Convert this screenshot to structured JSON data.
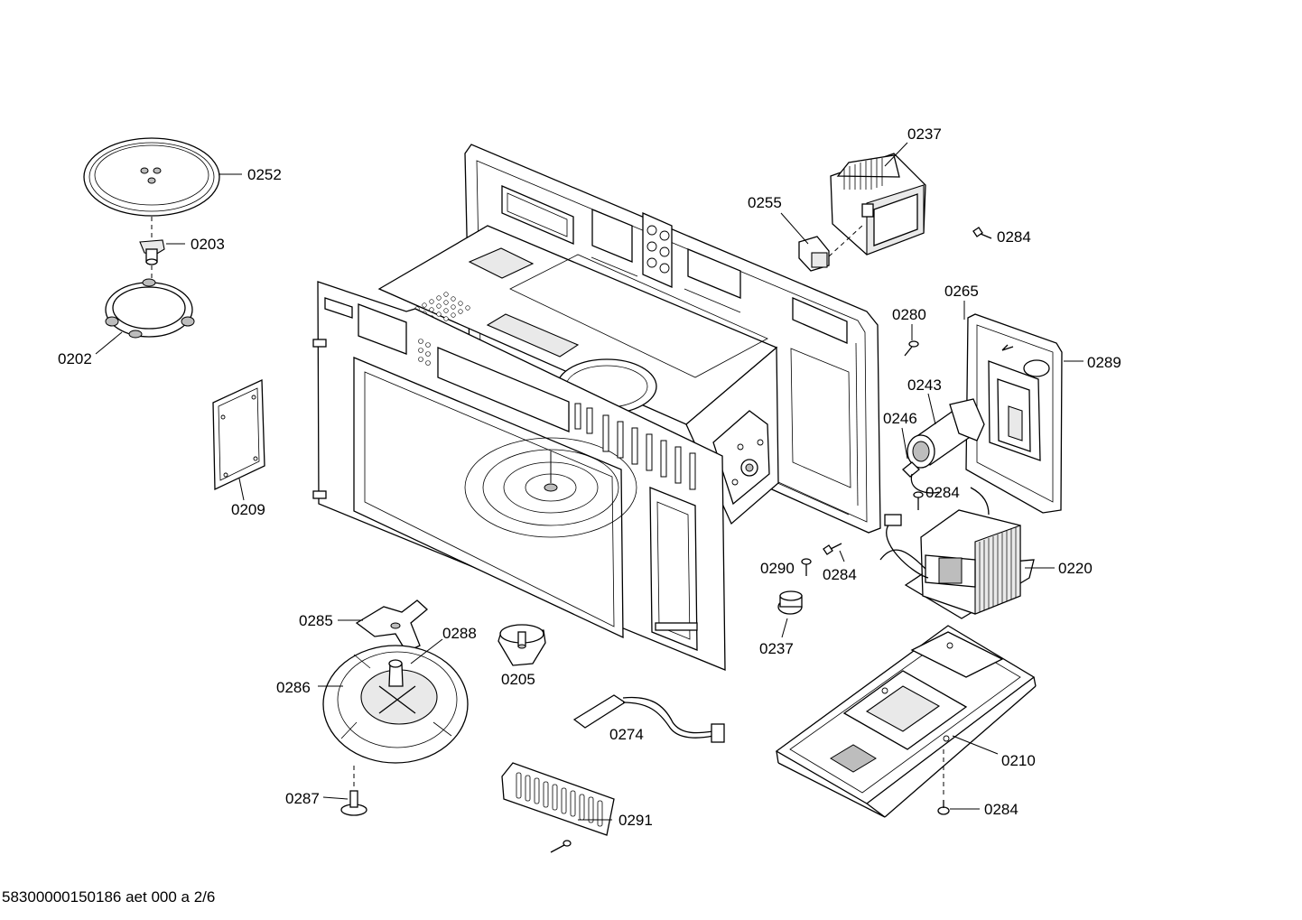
{
  "labels": {
    "p0237_top": "0237",
    "p0252": "0252",
    "p0255": "0255",
    "p0284_a": "0284",
    "p0203": "0203",
    "p0265": "0265",
    "p0280": "0280",
    "p0202": "0202",
    "p0289": "0289",
    "p0243": "0243",
    "p0246": "0246",
    "p0284_b": "0284",
    "p0209": "0209",
    "p0220": "0220",
    "p0290": "0290",
    "p0284_c": "0284",
    "p0285": "0285",
    "p0288": "0288",
    "p0237_bottom": "0237",
    "p0205": "0205",
    "p0286": "0286",
    "p0274": "0274",
    "p0210": "0210",
    "p0287": "0287",
    "p0284_d": "0284",
    "p0291": "0291"
  },
  "footer": {
    "document_id": "58300000150186 aet 000 a 2/6"
  }
}
